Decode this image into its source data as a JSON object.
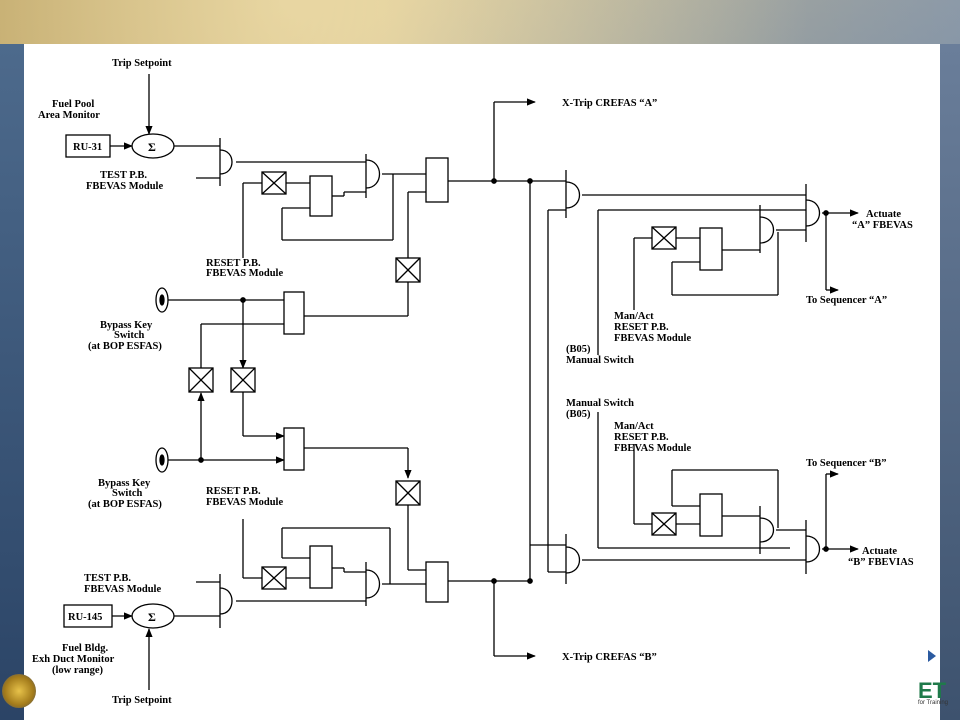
{
  "labels": {
    "trip_setpoint_top": "Trip Setpoint",
    "fuel_pool_l1": "Fuel Pool",
    "fuel_pool_l2": "Area Monitor",
    "ru31": "RU-31",
    "sigma": "Σ",
    "test_pb_top_l1": "TEST P.B.",
    "test_pb_top_l2": "FBEVAS Module",
    "reset_pb_top_l1": "RESET P.B.",
    "reset_pb_top_l2": "FBEVAS Module",
    "bypass_top_l1": "Bypass Key",
    "bypass_top_l2": "Switch",
    "bypass_top_l3": "(at BOP ESFAS)",
    "bypass_bot_l1": "Bypass Key",
    "bypass_bot_l2": "Switch",
    "bypass_bot_l3": "(at BOP ESFAS)",
    "reset_pb_bot_l1": "RESET P.B.",
    "reset_pb_bot_l2": "FBEVAS Module",
    "test_pb_bot_l1": "TEST P.B.",
    "test_pb_bot_l2": "FBEVAS Module",
    "ru145": "RU-145",
    "fuel_bldg_l1": "Fuel Bldg.",
    "fuel_bldg_l2": "Exh Duct Monitor",
    "fuel_bldg_l3": "(low range)",
    "trip_setpoint_bot": "Trip Setpoint",
    "xtrip_a": "X-Trip CREFAS “A”",
    "xtrip_b": "X-Trip CREFAS “B”",
    "actuate_a_l1": "Actuate",
    "actuate_a_l2": "“A” FBEVAS",
    "to_seq_a": "To Sequencer “A”",
    "manact_a_l1": "Man/Act",
    "manact_a_l2": "RESET P.B.",
    "manact_a_l3": "FBEVAS Module",
    "b05_manual_l1": "(B05)",
    "b05_manual_l2": "Manual Switch",
    "manual_b05_l1": "Manual Switch",
    "manual_b05_l2": "(B05)",
    "manact_b_l1": "Man/Act",
    "manact_b_l2": "RESET P.B.",
    "manact_b_l3": "FBEVAS Module",
    "to_seq_b": "To Sequencer “B”",
    "actuate_b_l1": "Actuate",
    "actuate_b_l2": "“B” FBEVIAS"
  },
  "brand": {
    "text": "ET",
    "sub": "for Training"
  }
}
